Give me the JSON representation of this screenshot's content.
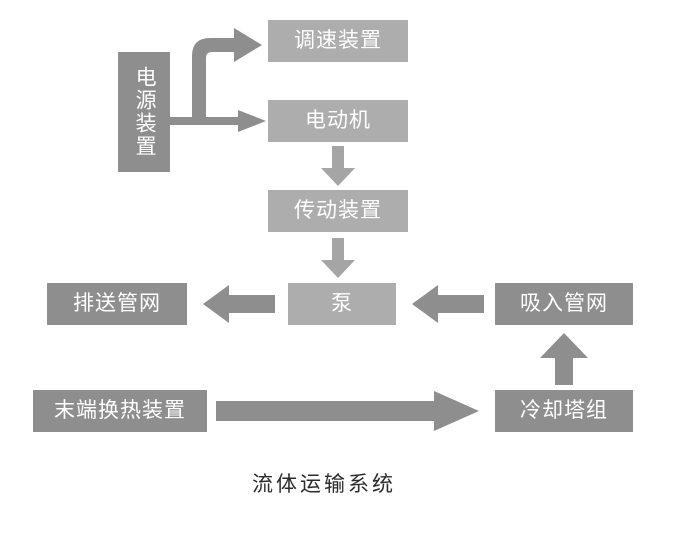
{
  "diagram": {
    "caption": "流体运输系统",
    "colors": {
      "box_dark": "#8e8e8e",
      "box_light": "#adadad",
      "arrow": "#8e8e8e",
      "background": "#ffffff",
      "label_text": "#ffffff",
      "caption_text": "#2b2b2b"
    },
    "nodes": [
      {
        "id": "power-supply",
        "label": "电源装置",
        "orientation": "vertical",
        "shade": "dark"
      },
      {
        "id": "speed-governor",
        "label": "调速装置",
        "orientation": "horizontal",
        "shade": "light"
      },
      {
        "id": "electric-motor",
        "label": "电动机",
        "orientation": "horizontal",
        "shade": "light"
      },
      {
        "id": "transmission",
        "label": "传动装置",
        "orientation": "horizontal",
        "shade": "light"
      },
      {
        "id": "pump",
        "label": "泵",
        "orientation": "horizontal",
        "shade": "light"
      },
      {
        "id": "discharge-network",
        "label": "排送管网",
        "orientation": "horizontal",
        "shade": "dark"
      },
      {
        "id": "suction-network",
        "label": "吸入管网",
        "orientation": "horizontal",
        "shade": "dark"
      },
      {
        "id": "terminal-exchanger",
        "label": "末端换热装置",
        "orientation": "horizontal",
        "shade": "dark"
      },
      {
        "id": "cooling-towers",
        "label": "冷却塔组",
        "orientation": "horizontal",
        "shade": "dark"
      }
    ],
    "connections": [
      {
        "id": "power-to-governor",
        "from": "power-supply",
        "to": "speed-governor",
        "shape": "elbow-up-right"
      },
      {
        "id": "power-to-motor",
        "from": "power-supply",
        "to": "electric-motor",
        "shape": "right"
      },
      {
        "id": "motor-to-transmission",
        "from": "electric-motor",
        "to": "transmission",
        "shape": "down"
      },
      {
        "id": "transmission-to-pump",
        "from": "transmission",
        "to": "pump",
        "shape": "down"
      },
      {
        "id": "pump-to-discharge",
        "from": "pump",
        "to": "discharge-network",
        "shape": "left"
      },
      {
        "id": "suction-to-pump",
        "from": "suction-network",
        "to": "pump",
        "shape": "left"
      },
      {
        "id": "terminal-to-cooling",
        "from": "terminal-exchanger",
        "to": "cooling-towers",
        "shape": "right-long"
      },
      {
        "id": "cooling-to-suction",
        "from": "cooling-towers",
        "to": "suction-network",
        "shape": "up"
      }
    ]
  }
}
